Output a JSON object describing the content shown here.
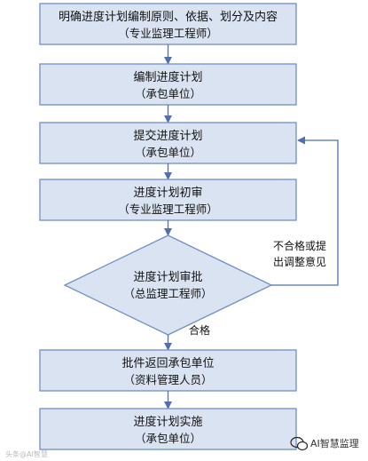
{
  "steps": [
    {
      "line1": "明确进度计划编制原则、依据、划分及内容",
      "line2": "（专业监理工程师）"
    },
    {
      "line1": "编制进度计划",
      "line2": "（承包单位）"
    },
    {
      "line1": "提交进度计划",
      "line2": "（承包单位）"
    },
    {
      "line1": "进度计划初审",
      "line2": "（专业监理工程师）"
    }
  ],
  "decision": {
    "line1": "进度计划审批",
    "line2": "（总监理工程师）"
  },
  "after_steps": [
    {
      "line1": "批件返回承包单位",
      "line2": "（资料管理人员）"
    },
    {
      "line1": "进度计划实施",
      "line2": "（承包单位）"
    }
  ],
  "labels": {
    "reject_line1": "不合格或提",
    "reject_line2": "出调整意见",
    "pass": "合格"
  },
  "watermark": {
    "right": "AI智慧监理",
    "left": "头条@AI智慧"
  },
  "colors": {
    "box_fill": "#dae3f2",
    "box_stroke": "#6f8fc6",
    "line": "#4f6fae",
    "watermark_icon": "#222222"
  }
}
